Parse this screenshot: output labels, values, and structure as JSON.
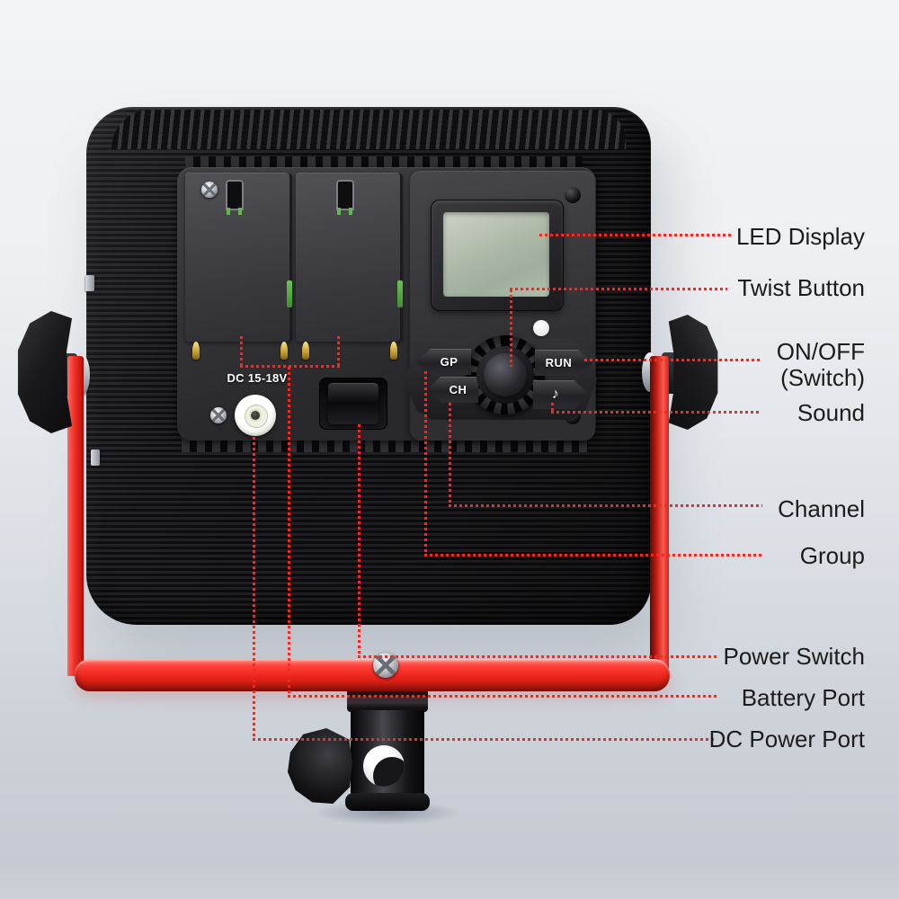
{
  "callouts": {
    "led_display": "LED Display",
    "twist_button": "Twist Button",
    "on_off_line1": "ON/OFF",
    "on_off_line2": "(Switch)",
    "sound": "Sound",
    "channel": "Channel",
    "group": "Group",
    "power_switch": "Power Switch",
    "battery_port": "Battery Port",
    "dc_power_port": "DC Power Port"
  },
  "device": {
    "dc_input_label": "DC 15-18V",
    "button_group": "GP",
    "button_channel": "CH",
    "button_run": "RUN"
  },
  "icons": {
    "sound_note": "♪"
  },
  "colors": {
    "accent_red": "#ee2c24",
    "bracket_red": "#f03228",
    "lcd_green": "#b2bcab",
    "panel_black": "#161618",
    "background_top": "#f3f4f6",
    "background_bottom": "#c6cbd3"
  }
}
